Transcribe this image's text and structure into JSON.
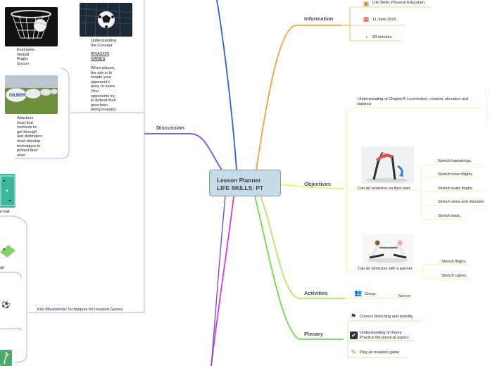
{
  "central": {
    "line1": "Lesson Planner",
    "line2": "LIFE SKILLS: PT"
  },
  "branches": {
    "information": "Information",
    "objectives": "Objectives",
    "activities": "Activities",
    "plenary": "Plenary",
    "discussion": "Discussion"
  },
  "information": {
    "subject": "Life Skills: Physical Education",
    "date": "11 June 2023",
    "duration": "90 minutes"
  },
  "objectives": {
    "chapter": "Understanding of Chapter4: Locomotion, rotation, elevation and balance",
    "own": {
      "label": "Can do stretches on their own",
      "items": [
        "Stretch hamstrings.",
        "Stretch inner thighs.",
        "Stretch outer thighs.",
        "Stretch arms and shoulder",
        "Stretch back."
      ]
    },
    "partner": {
      "label": "Can do stretches with a partner",
      "items": [
        "Stretch thighs.",
        "Stretch calves."
      ]
    }
  },
  "activities": {
    "group": "Group",
    "sport": "Soccer"
  },
  "plenary": {
    "items": [
      "Correct stretching and mobility",
      "Understanding of theory\nPractice the physical aspect",
      "Play an invasion game"
    ]
  },
  "discussion": {
    "examples": "Examples:\nNetball\nRugby\nSoccer",
    "concept_title": "Understanding\nthe Concept:",
    "concept_link": "INVASION\nGAMES",
    "concept_body": "When played,\nthe aim is to\ninvade your\nopponent's\narea, to score.\nYour\nopponents try\nto defend their\narea from\nbeing invaded.",
    "attackers": "Attackers\nmust find\nmethods to\nget through\nand defenders\nmust develop\ntechniques to\nprotect their\narea.",
    "key_movements": "Key Movements/ Techniques for Invasion Games",
    "partial1": "e ball",
    "partial2": "all"
  },
  "colors": {
    "information": "#f5a338",
    "objectives": "#f0ea6e",
    "activities": "#b5e86a",
    "plenary": "#6cdc4c",
    "discussion": "#7a4fd8",
    "blue_branch": "#2f5fe0",
    "magenta_branch": "#d63ad6",
    "central_fill": "#c5dbe8"
  }
}
